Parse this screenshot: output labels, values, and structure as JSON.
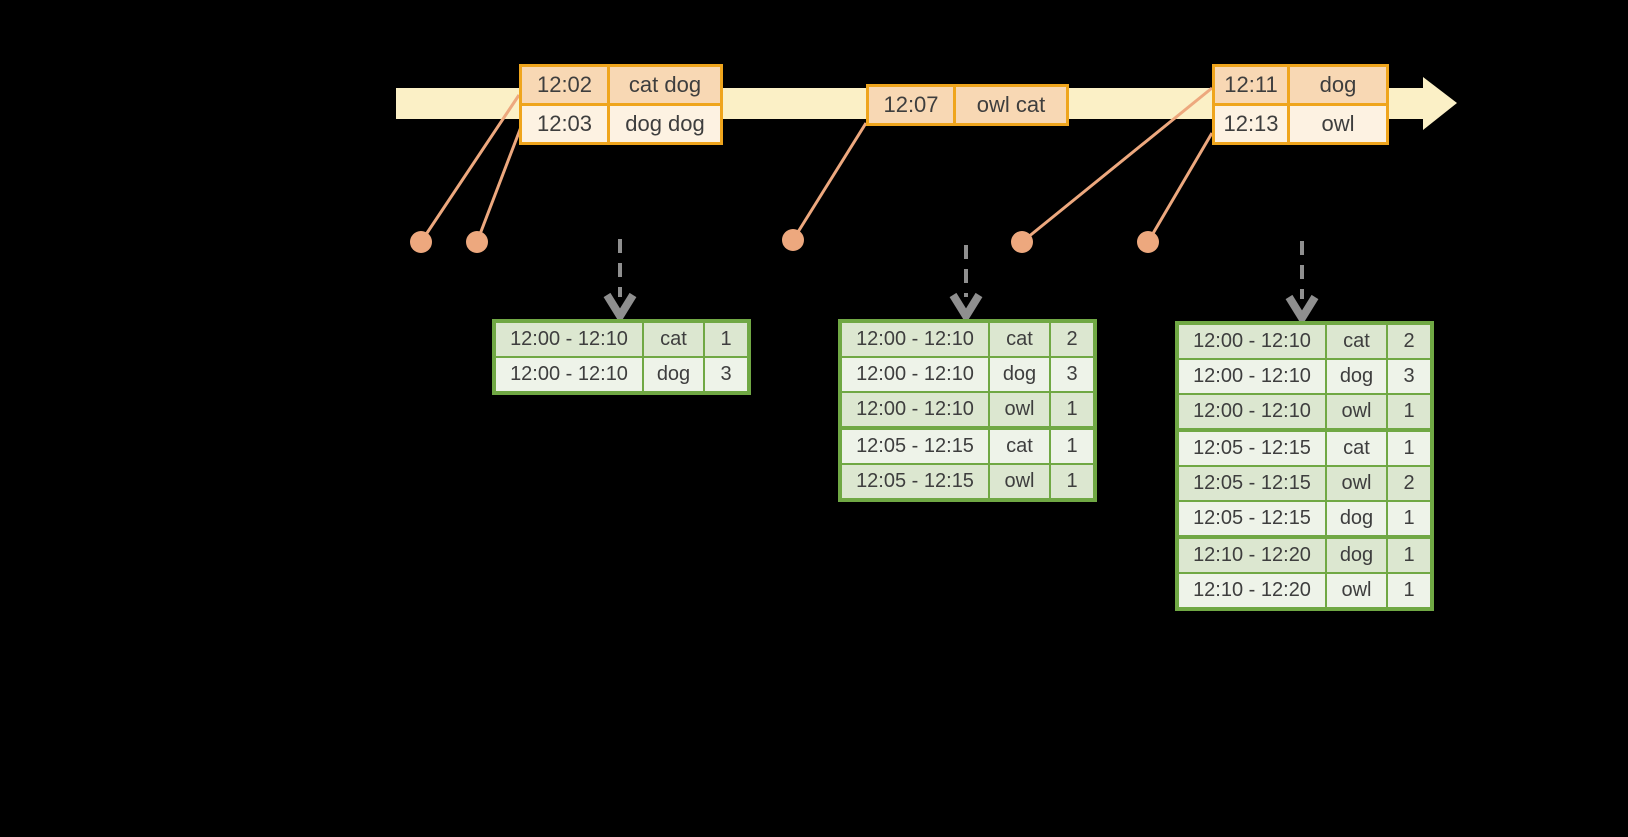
{
  "colors": {
    "background": "#000000",
    "timeline": "#FBF0C6",
    "event-border": "#EFA51D",
    "event-fill-dark": "#F8D8B4",
    "event-fill-light": "#FDF2E2",
    "connector": "#EDA87E",
    "result-border": "#70A844",
    "result-fill-dark": "#DCE7D0",
    "result-fill-light": "#EEF3E9",
    "trigger-arrow": "#8F8F8F",
    "text": "#3E3E3E"
  },
  "event_tables": [
    {
      "rows": [
        {
          "time": "12:02",
          "words": "cat dog"
        },
        {
          "time": "12:03",
          "words": "dog dog"
        }
      ]
    },
    {
      "rows": [
        {
          "time": "12:07",
          "words": "owl cat"
        }
      ]
    },
    {
      "rows": [
        {
          "time": "12:11",
          "words": "dog"
        },
        {
          "time": "12:13",
          "words": "owl"
        }
      ]
    }
  ],
  "result_tables": [
    {
      "rows": [
        {
          "window": "12:00 - 12:10",
          "word": "cat",
          "count": "1"
        },
        {
          "window": "12:00 - 12:10",
          "word": "dog",
          "count": "3"
        }
      ]
    },
    {
      "rows": [
        {
          "window": "12:00 - 12:10",
          "word": "cat",
          "count": "2"
        },
        {
          "window": "12:00 - 12:10",
          "word": "dog",
          "count": "3"
        },
        {
          "window": "12:00 - 12:10",
          "word": "owl",
          "count": "1"
        },
        {
          "window": "12:05 - 12:15",
          "word": "cat",
          "count": "1"
        },
        {
          "window": "12:05 - 12:15",
          "word": "owl",
          "count": "1"
        }
      ]
    },
    {
      "rows": [
        {
          "window": "12:00 - 12:10",
          "word": "cat",
          "count": "2"
        },
        {
          "window": "12:00 - 12:10",
          "word": "dog",
          "count": "3"
        },
        {
          "window": "12:00 - 12:10",
          "word": "owl",
          "count": "1"
        },
        {
          "window": "12:05 - 12:15",
          "word": "cat",
          "count": "1"
        },
        {
          "window": "12:05 - 12:15",
          "word": "owl",
          "count": "2"
        },
        {
          "window": "12:05 - 12:15",
          "word": "dog",
          "count": "1"
        },
        {
          "window": "12:10 - 12:20",
          "word": "dog",
          "count": "1"
        },
        {
          "window": "12:10 - 12:20",
          "word": "owl",
          "count": "1"
        }
      ]
    }
  ]
}
